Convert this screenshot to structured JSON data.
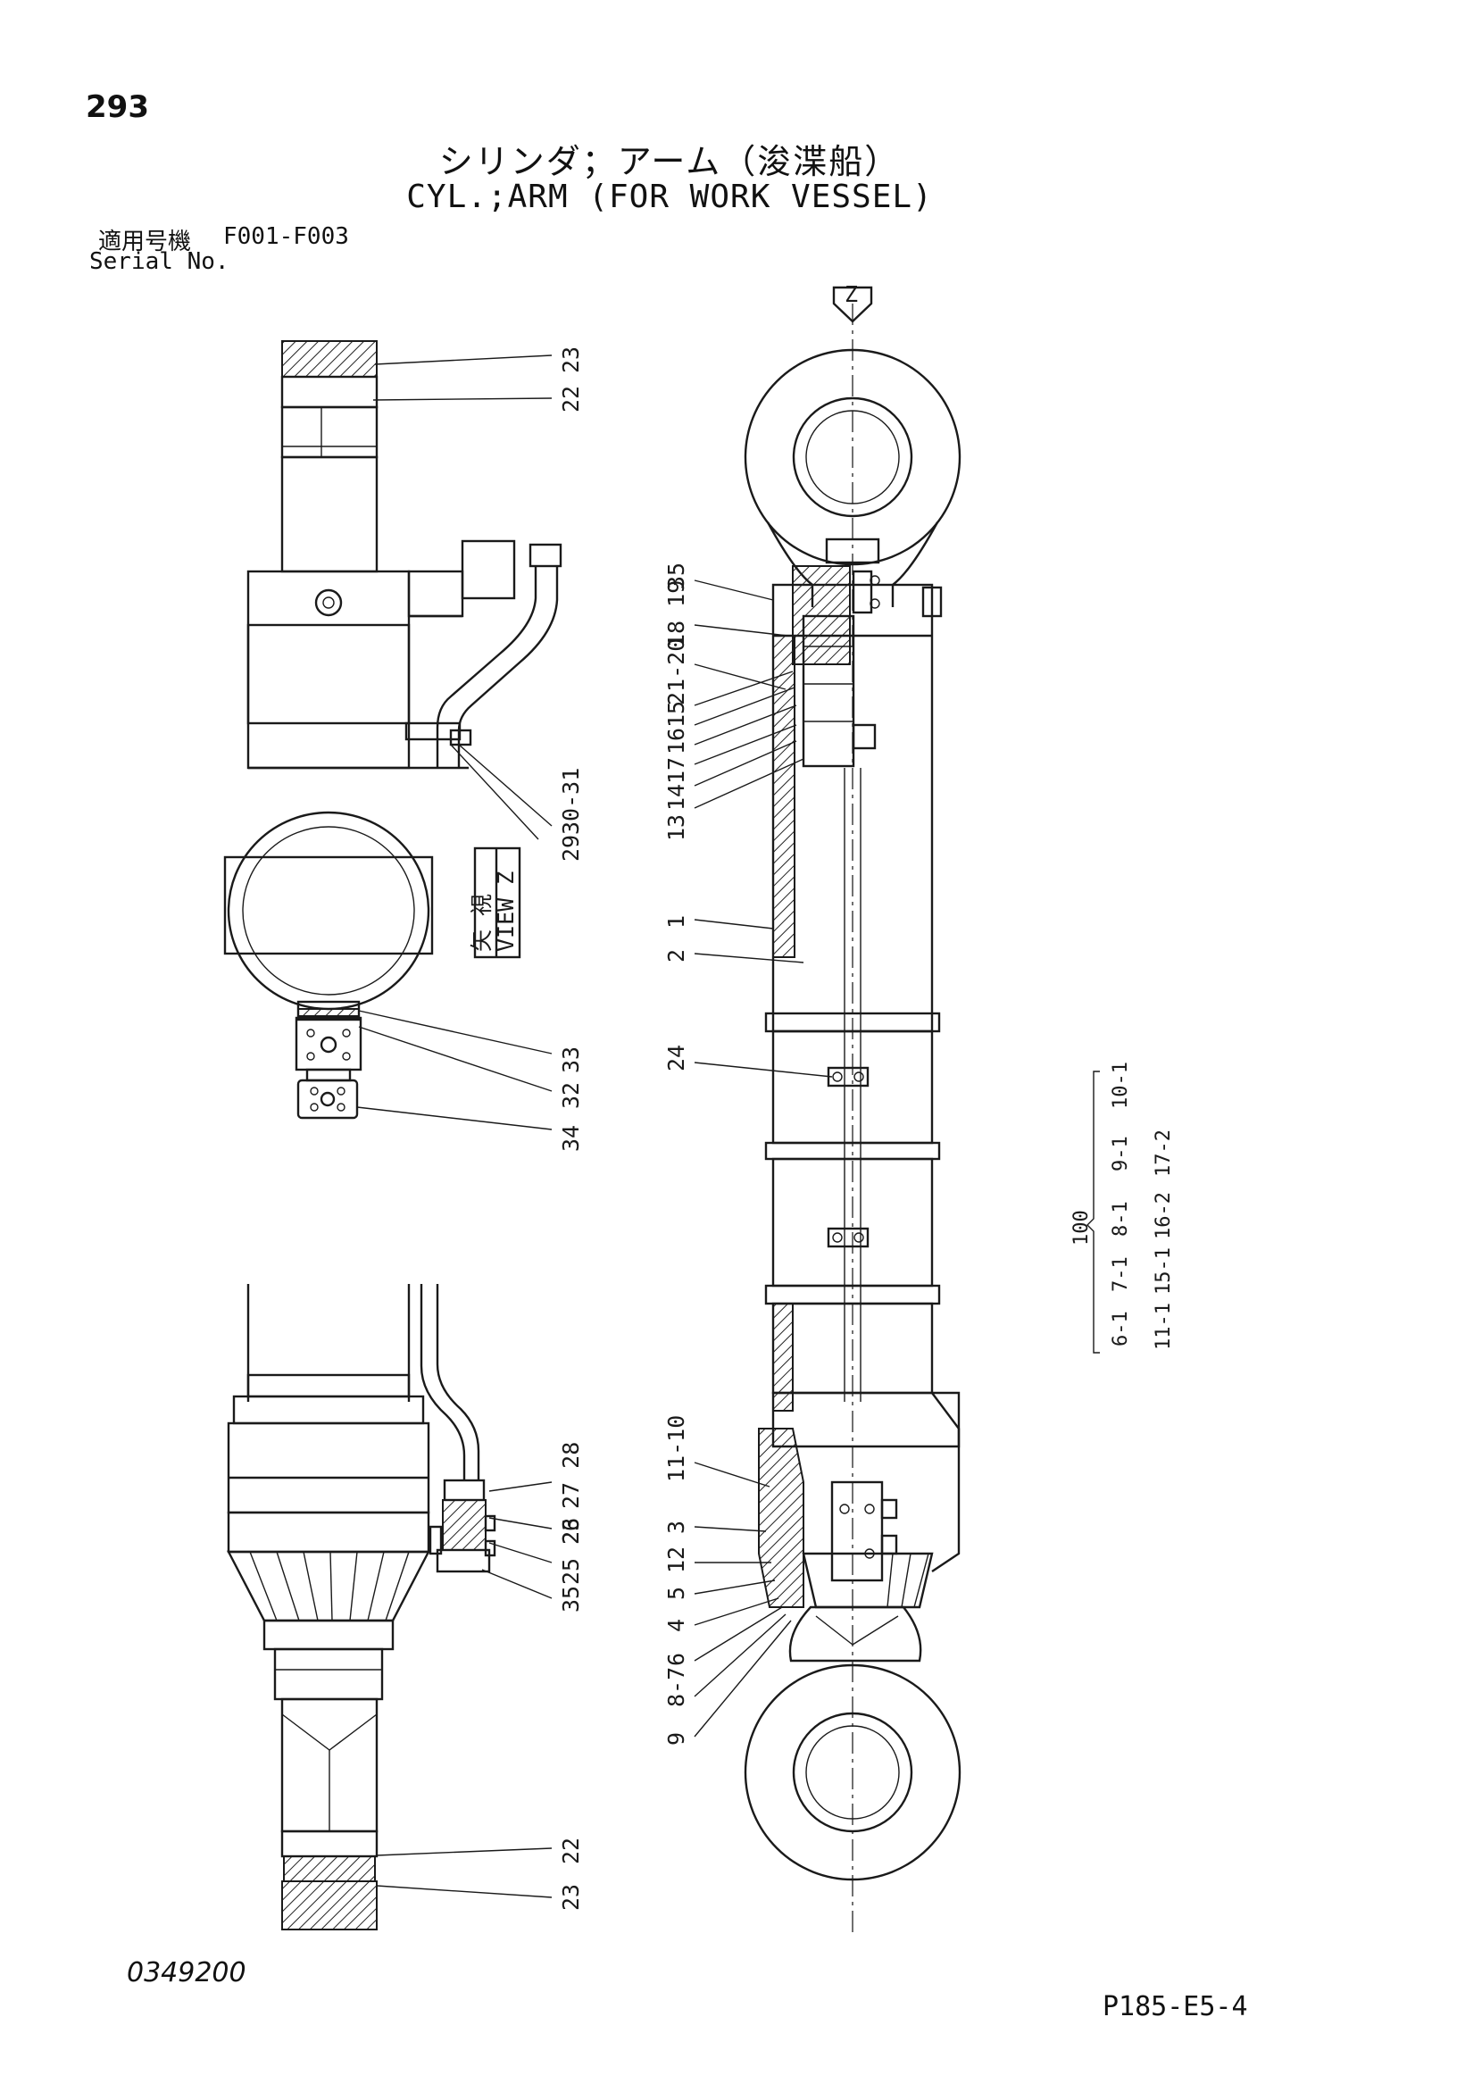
{
  "page_number": "293",
  "title_ja": "シリンダ；アーム（浚渫船）",
  "title_en": "CYL.;ARM (FOR WORK VESSEL)",
  "serial": {
    "label_ja": "適用号機",
    "value": "F001-F003",
    "label_en": "Serial No."
  },
  "view": {
    "arrow_label": "Z",
    "box_ja": "矢 視",
    "box_en": "VIEW Z"
  },
  "callouts": {
    "left_top": [
      "23",
      "22",
      "30-31",
      "29"
    ],
    "view_z": [
      "33",
      "32",
      "34"
    ],
    "left_bottom": [
      "27 28",
      "26",
      "25 23",
      "35",
      "22",
      "23"
    ],
    "right_top": [
      "35",
      "18 19",
      "21-20",
      "15",
      "16",
      "17",
      "14",
      "13",
      "1",
      "2",
      "24"
    ],
    "right_bottom": [
      "11-10",
      "3",
      "12",
      "5",
      "4",
      "6",
      "8-7",
      "9"
    ]
  },
  "kit": {
    "label": "100",
    "row1": [
      "6-1",
      "7-1",
      "8-1",
      "9-1",
      "10-1"
    ],
    "row2": [
      "11-1",
      "15-1",
      "16-2",
      "17-2"
    ]
  },
  "drawing_code": "0349200",
  "sheet_code": "P185-E5-4"
}
